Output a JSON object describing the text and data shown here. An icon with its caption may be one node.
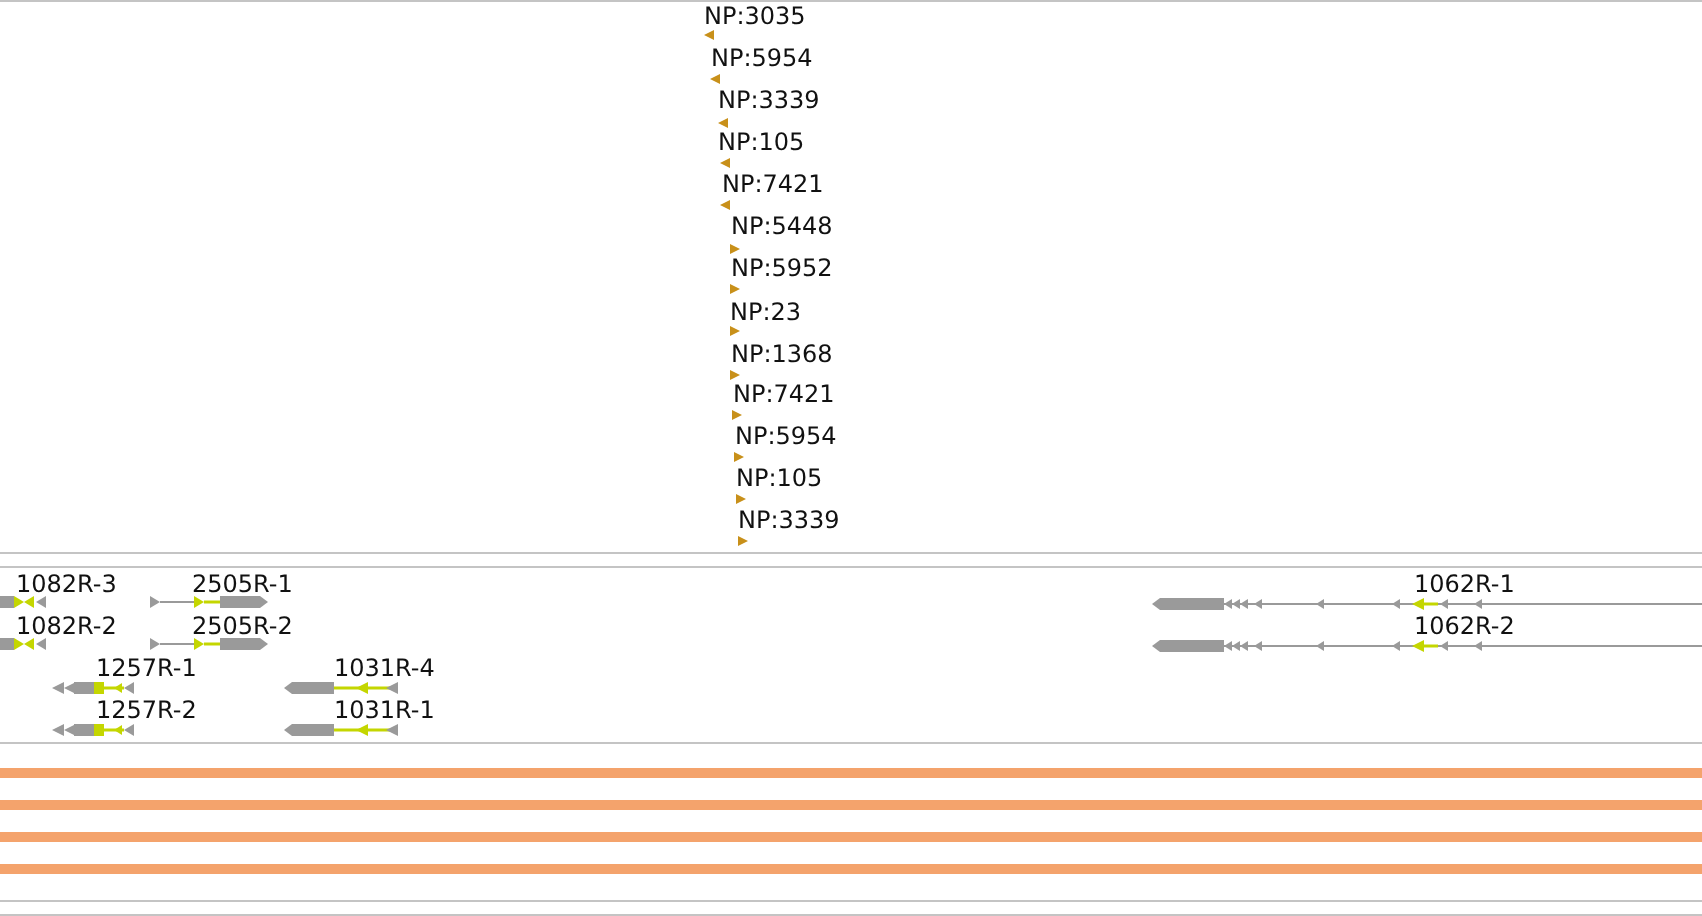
{
  "diagram": {
    "labels": [
      "NP:3035",
      "NP:5954",
      "NP:3339",
      "NP:105",
      "NP:7421",
      "NP:5448",
      "NP:5952",
      "NP:23",
      "NP:1368",
      "NP:7421",
      "NP:5954",
      "NP:105",
      "NP:3339",
      "1082R-3",
      "2505R-1",
      "1062R-1",
      "1082R-2",
      "2505R-2",
      "1062R-2",
      "1257R-1",
      "1031R-4",
      "1257R-2",
      "1031R-1"
    ]
  }
}
